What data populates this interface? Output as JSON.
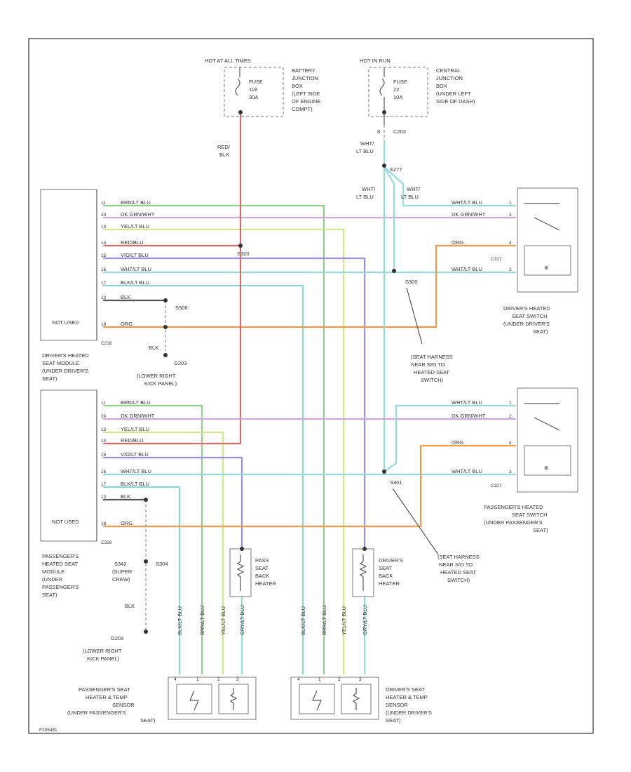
{
  "colors": {
    "brn_lt_blu": "#8fd08a",
    "dk_grn_wht": "#cfa6d8",
    "yel_lt_blu": "#cfe88a",
    "red_blu": "#d96a6a",
    "vio_lt_blu": "#9a8ef0",
    "wht_lt_blu": "#94dcdc",
    "blk_lt_blu": "#8ad4d8",
    "blk": "#555555",
    "org": "#f29a4a",
    "red_blk": "#d96a6a"
  },
  "power": {
    "hot_run": "HOT AT ALL TIMES",
    "fuse1": [
      "FUSE",
      "118",
      "30A"
    ],
    "bjb": [
      "BATTERY",
      "JUNCTION",
      "BOX",
      "(LEFT SIDE",
      "OF ENGINE",
      "COMPT)"
    ],
    "hot_batt": "HOT IN RUN",
    "fuse2": [
      "FUSE",
      "22",
      "10A"
    ],
    "cjb": [
      "CENTRAL",
      "JUNCTION",
      "BOX",
      "(UNDER LEFT",
      "SIDE OF DASH)"
    ],
    "c203": "C203",
    "c203_pin": "8",
    "wire_red_blk": [
      "RED/",
      "BLK"
    ],
    "wire_wht_ltblu": [
      "WHT/",
      "LT BLU"
    ],
    "s277": "S277",
    "s320": "S320"
  },
  "drv_module": {
    "pins": [
      "11",
      "20",
      "13",
      "14",
      "15",
      "16",
      "17",
      "12",
      "18"
    ],
    "wires": [
      "BRN/LT BLU",
      "DK GRN/WHT",
      "YEL/LT BLU",
      "RED/BLU",
      "VIO/LT BLU",
      "WHT/LT BLU",
      "BLK/LT BLU",
      "BLK",
      "ORG"
    ],
    "not_used": "NOT USED",
    "connector": "C218",
    "label": [
      "DRIVER'S HEATED",
      "SEAT MODULE",
      "(UNDER DRIVER'S",
      "SEAT)"
    ]
  },
  "drv_ground": {
    "s306": "S306",
    "blk": "BLK",
    "g203": "G203",
    "loc": [
      "(LOWER RIGHT",
      "KICK PANEL)"
    ]
  },
  "drv_switch": {
    "pins": [
      "1",
      "2",
      "4",
      "3"
    ],
    "wires": [
      "WHT/LT BLU",
      "DK GRN/WHT",
      "ORG",
      "WHT/LT BLU"
    ],
    "connector": "C317",
    "label": [
      "DRIVER'S HEATED",
      "SEAT SWITCH",
      "(UNDER DRIVER'S",
      "SEAT)"
    ],
    "branch1": [
      "WHT/",
      "LT BLU"
    ],
    "branch2": [
      "WHT/",
      "LT BLU"
    ],
    "s300": "S300",
    "note": [
      "(SEAT HARNESS",
      "NEAR S85 TO",
      "HEATED SEAT",
      "SWITCH)"
    ]
  },
  "pass_module": {
    "pins": [
      "11",
      "20",
      "13",
      "14",
      "15",
      "16",
      "17",
      "12",
      "18"
    ],
    "wires": [
      "BRN/LT BLU",
      "DK GRN/WHT",
      "YEL/LT BLU",
      "RED/BLU",
      "VIO/LT BLU",
      "WHT/LT BLU",
      "BLK/LT BLU",
      "BLK",
      "ORG"
    ],
    "not_used": "NOT USED",
    "connector": "C328",
    "label": [
      "PASSENGER'S",
      "HEATED SEAT",
      "MODULE",
      "(UNDER",
      "PASSENGER'S",
      "SEAT)"
    ]
  },
  "pass_ground": {
    "s342": [
      "S342",
      "(SUPER",
      "CREW)"
    ],
    "s304": "S304",
    "blk": "BLK",
    "g203": "G203",
    "loc": [
      "(LOWER RIGHT",
      "KICK PANEL)"
    ]
  },
  "pass_switch": {
    "pins": [
      "1",
      "2",
      "4",
      "3"
    ],
    "wires": [
      "WHT/LT BLU",
      "DK GRN/WHT",
      "ORG",
      "WHT/LT BLU"
    ],
    "connector": "C327",
    "label": [
      "PASSENGER'S HEATED",
      "SEAT SWITCH",
      "(UNDER PASSENGER'S",
      "SEAT)"
    ],
    "s301": "S301",
    "note": [
      "(SEAT HARNESS",
      "NEAR S/O TO",
      "HEATED SEAT",
      "SWITCH)"
    ]
  },
  "heaters": {
    "pass_back": [
      "PASS",
      "SEAT",
      "BACK",
      "HEATER"
    ],
    "drv_back": [
      "DRIVER'S",
      "SEAT",
      "BACK",
      "HEATER"
    ]
  },
  "seats": {
    "pass_wires": [
      "BLK/LT BLU",
      "BRN/LT BLU",
      "YEL/LT BLU",
      "GRY/LT BLU"
    ],
    "drv_wires": [
      "BLK/LT BLU",
      "BRN/LT BLU",
      "YEL/LT BLU",
      "GRY/LT BLU"
    ],
    "pass_label": [
      "PASSENGER'S SEAT",
      "HEATER & TEMP",
      "SENSOR",
      "(UNDER PASSENGER'S",
      "SEAT)"
    ],
    "drv_label": [
      "DRIVER'S SEAT",
      "HEATER & TEMP",
      "SENSOR",
      "(UNDER DRIVER'S",
      "SEAT)"
    ],
    "pins": [
      "4",
      "1",
      "2",
      "3"
    ]
  },
  "footer": "F205481"
}
